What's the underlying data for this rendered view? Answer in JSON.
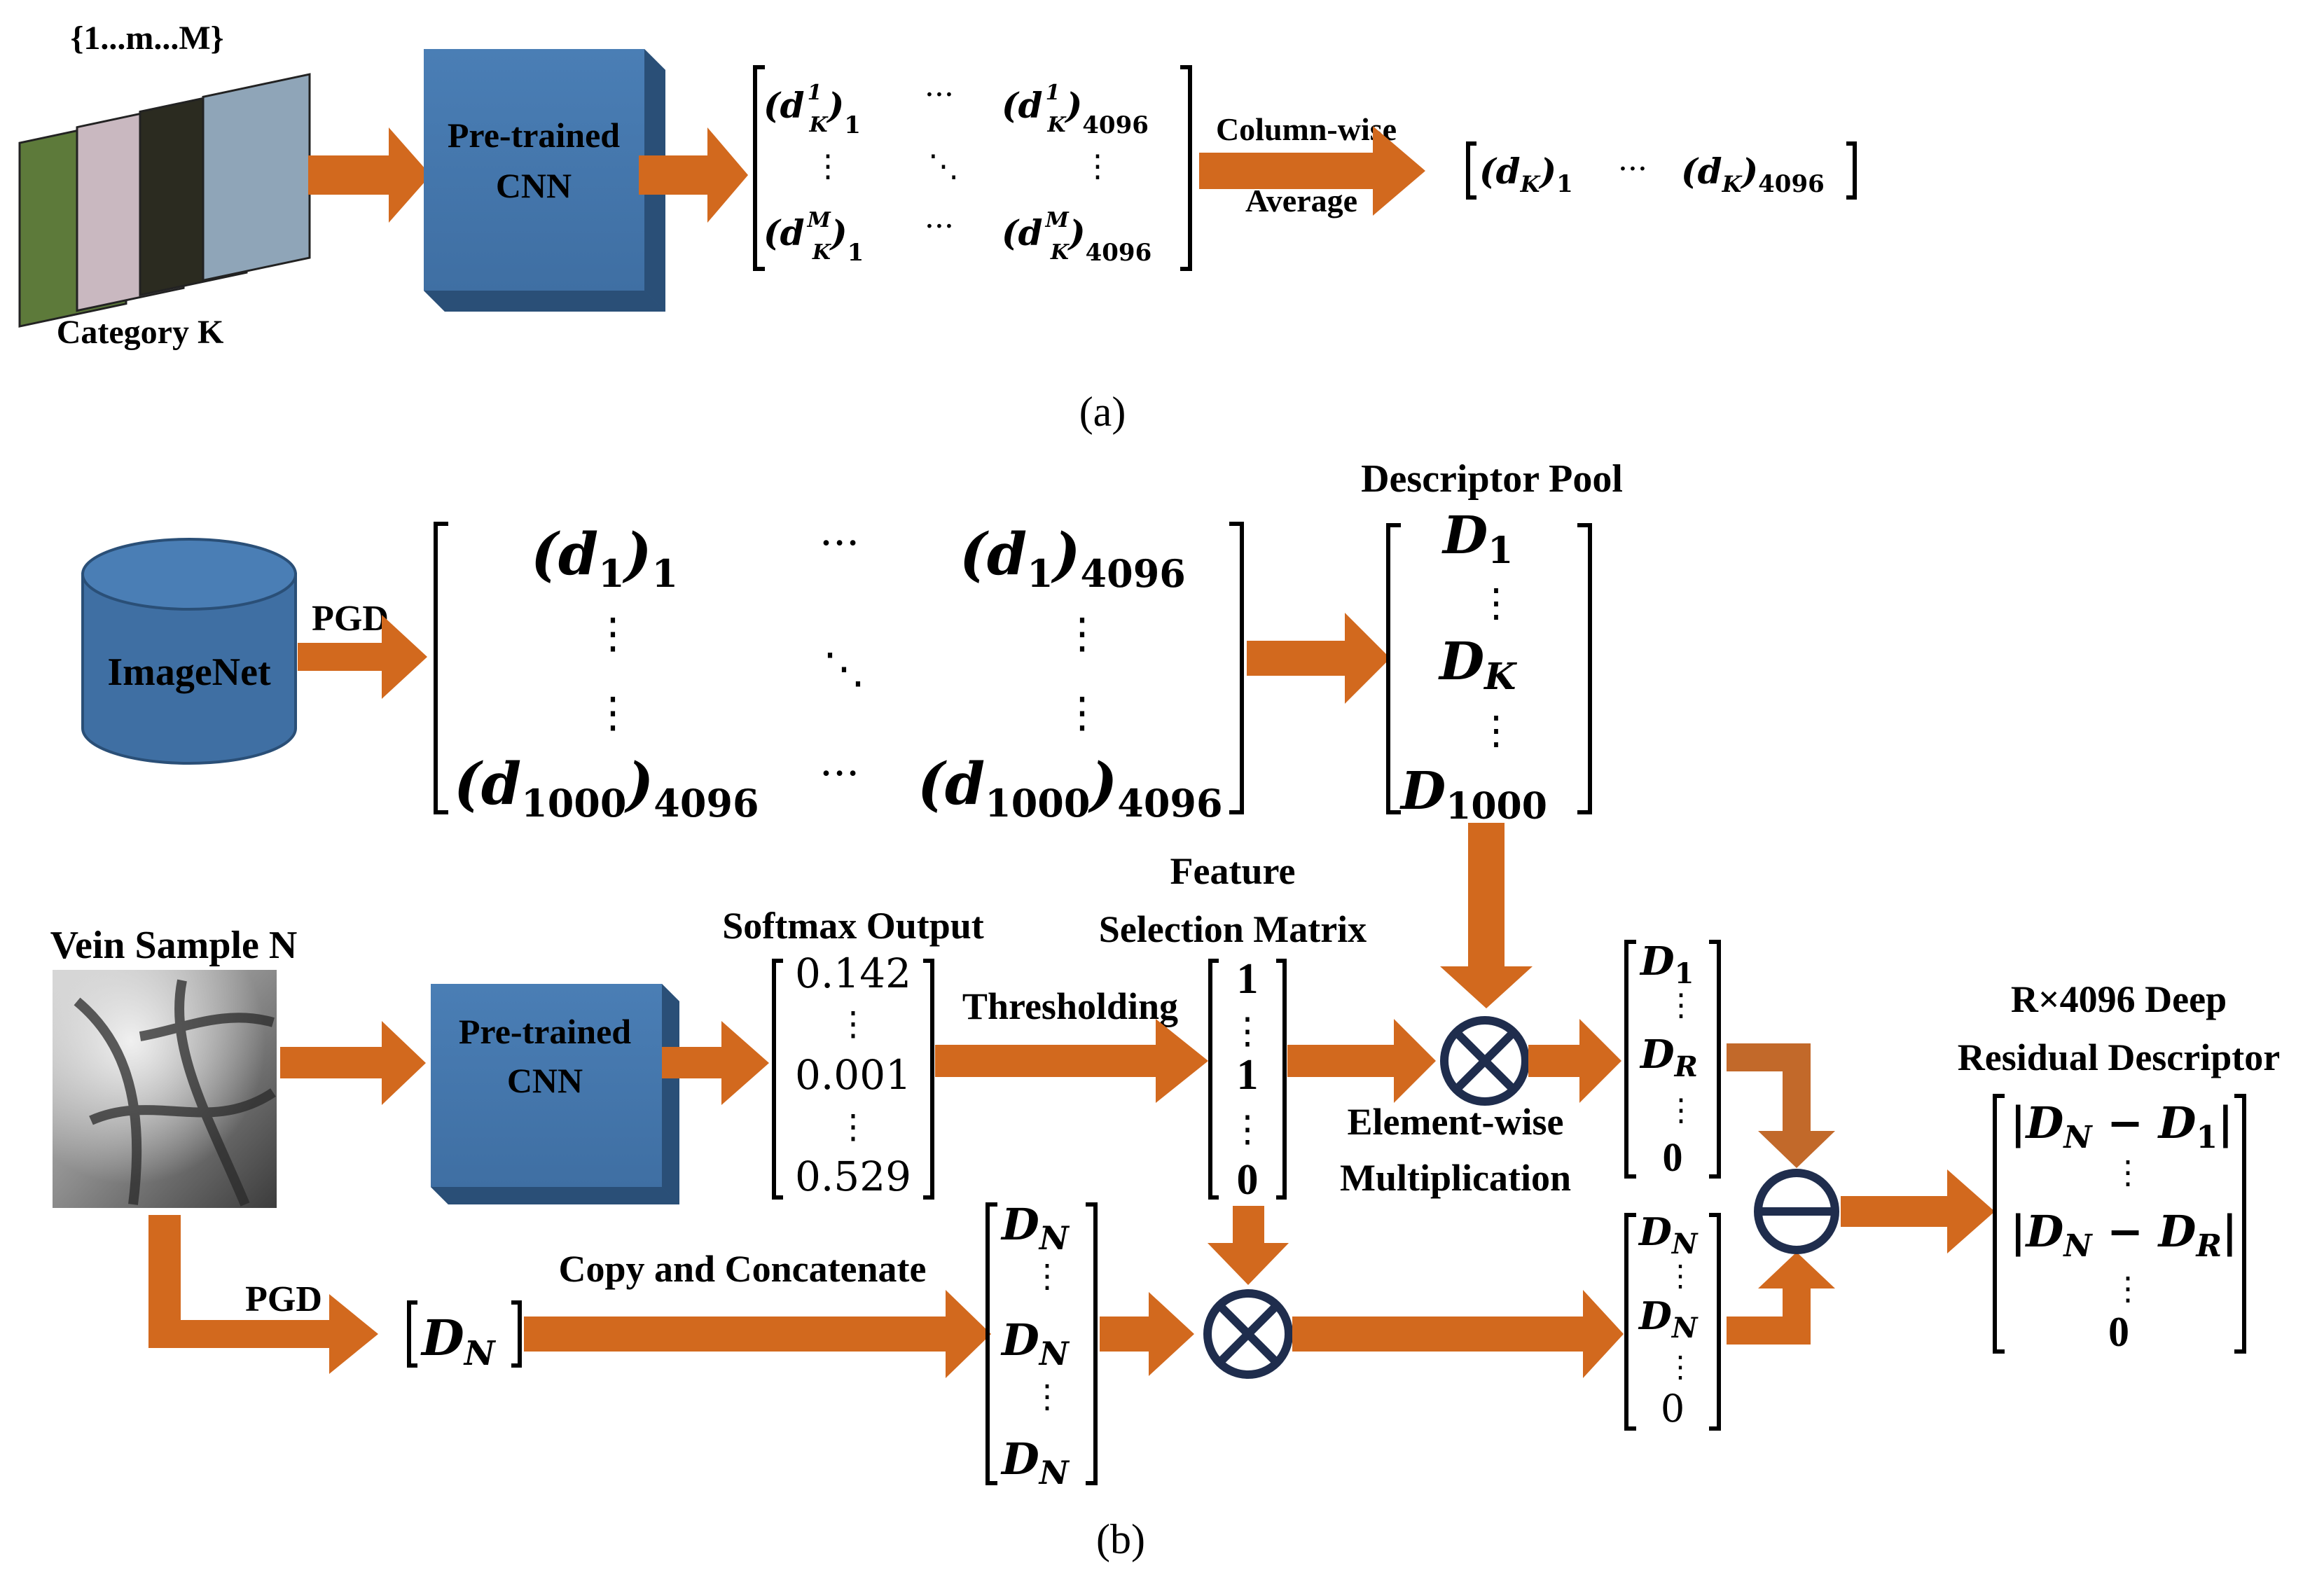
{
  "part_a": {
    "caption": "(a)",
    "index_label": "{1...m...M}",
    "category_label": "Category K",
    "cnn_label_line1": "Pre-trained",
    "cnn_label_line2": "CNN",
    "matrix": {
      "r1c1": "(d",
      "r1c1_sup": "1",
      "r1c1_sub": "K",
      "r1c1_idx": "1",
      "r1c3_idx": "4096",
      "r3c1_sup": "M",
      "r3c1_idx": "1",
      "r3c3_idx": "4096",
      "hdots": "···",
      "vdots": "⋮",
      "ddots": "⋱"
    },
    "avg_label_line1": "Column-wise",
    "avg_label_line2": "Average",
    "result": {
      "left": "(d",
      "sub": "K",
      "idx1": "1",
      "idx2": "4096",
      "hdots": "···"
    }
  },
  "part_b": {
    "caption": "(b)",
    "imagenet_label": "ImageNet",
    "pgd_label": "PGD",
    "big_matrix": {
      "r1c1_sub": "1",
      "r1c1_idx": "1",
      "r1c3_sub": "1",
      "r1c3_idx": "4096",
      "r4c1_sub": "1000",
      "r4c1_idx": "4096",
      "r4c3_sub": "1000",
      "r4c3_idx": "4096"
    },
    "descriptor_pool": {
      "title": "Descriptor Pool",
      "items": [
        "D",
        "D",
        "D"
      ],
      "subs": [
        "1",
        "K",
        "1000"
      ]
    },
    "vein_label": "Vein Sample N",
    "cnn_label_line1": "Pre-trained",
    "cnn_label_line2": "CNN",
    "softmax": {
      "title": "Softmax Output",
      "values": [
        "0.142",
        "0.001",
        "0.529"
      ]
    },
    "thresholding_label": "Thresholding",
    "fsm": {
      "title_line1": "Feature",
      "title_line2": "Selection Matrix",
      "values": [
        "1",
        "1",
        "0"
      ]
    },
    "elementwise_line1": "Element-wise",
    "elementwise_line2": "Multiplication",
    "selected": {
      "subs": [
        "1",
        "R"
      ],
      "last": "0"
    },
    "pgd_label_2": "PGD",
    "dn_label_sub": "N",
    "copy_label": "Copy and Concatenate",
    "copied": {
      "sub": "N"
    },
    "masked": {
      "sub": "N",
      "last": "0"
    },
    "result_title_line1": "R×4096 Deep",
    "result_title_line2": "Residual Descriptor",
    "result": {
      "sub_n": "N",
      "sub_1": "1",
      "sub_r": "R",
      "last": "0"
    }
  }
}
